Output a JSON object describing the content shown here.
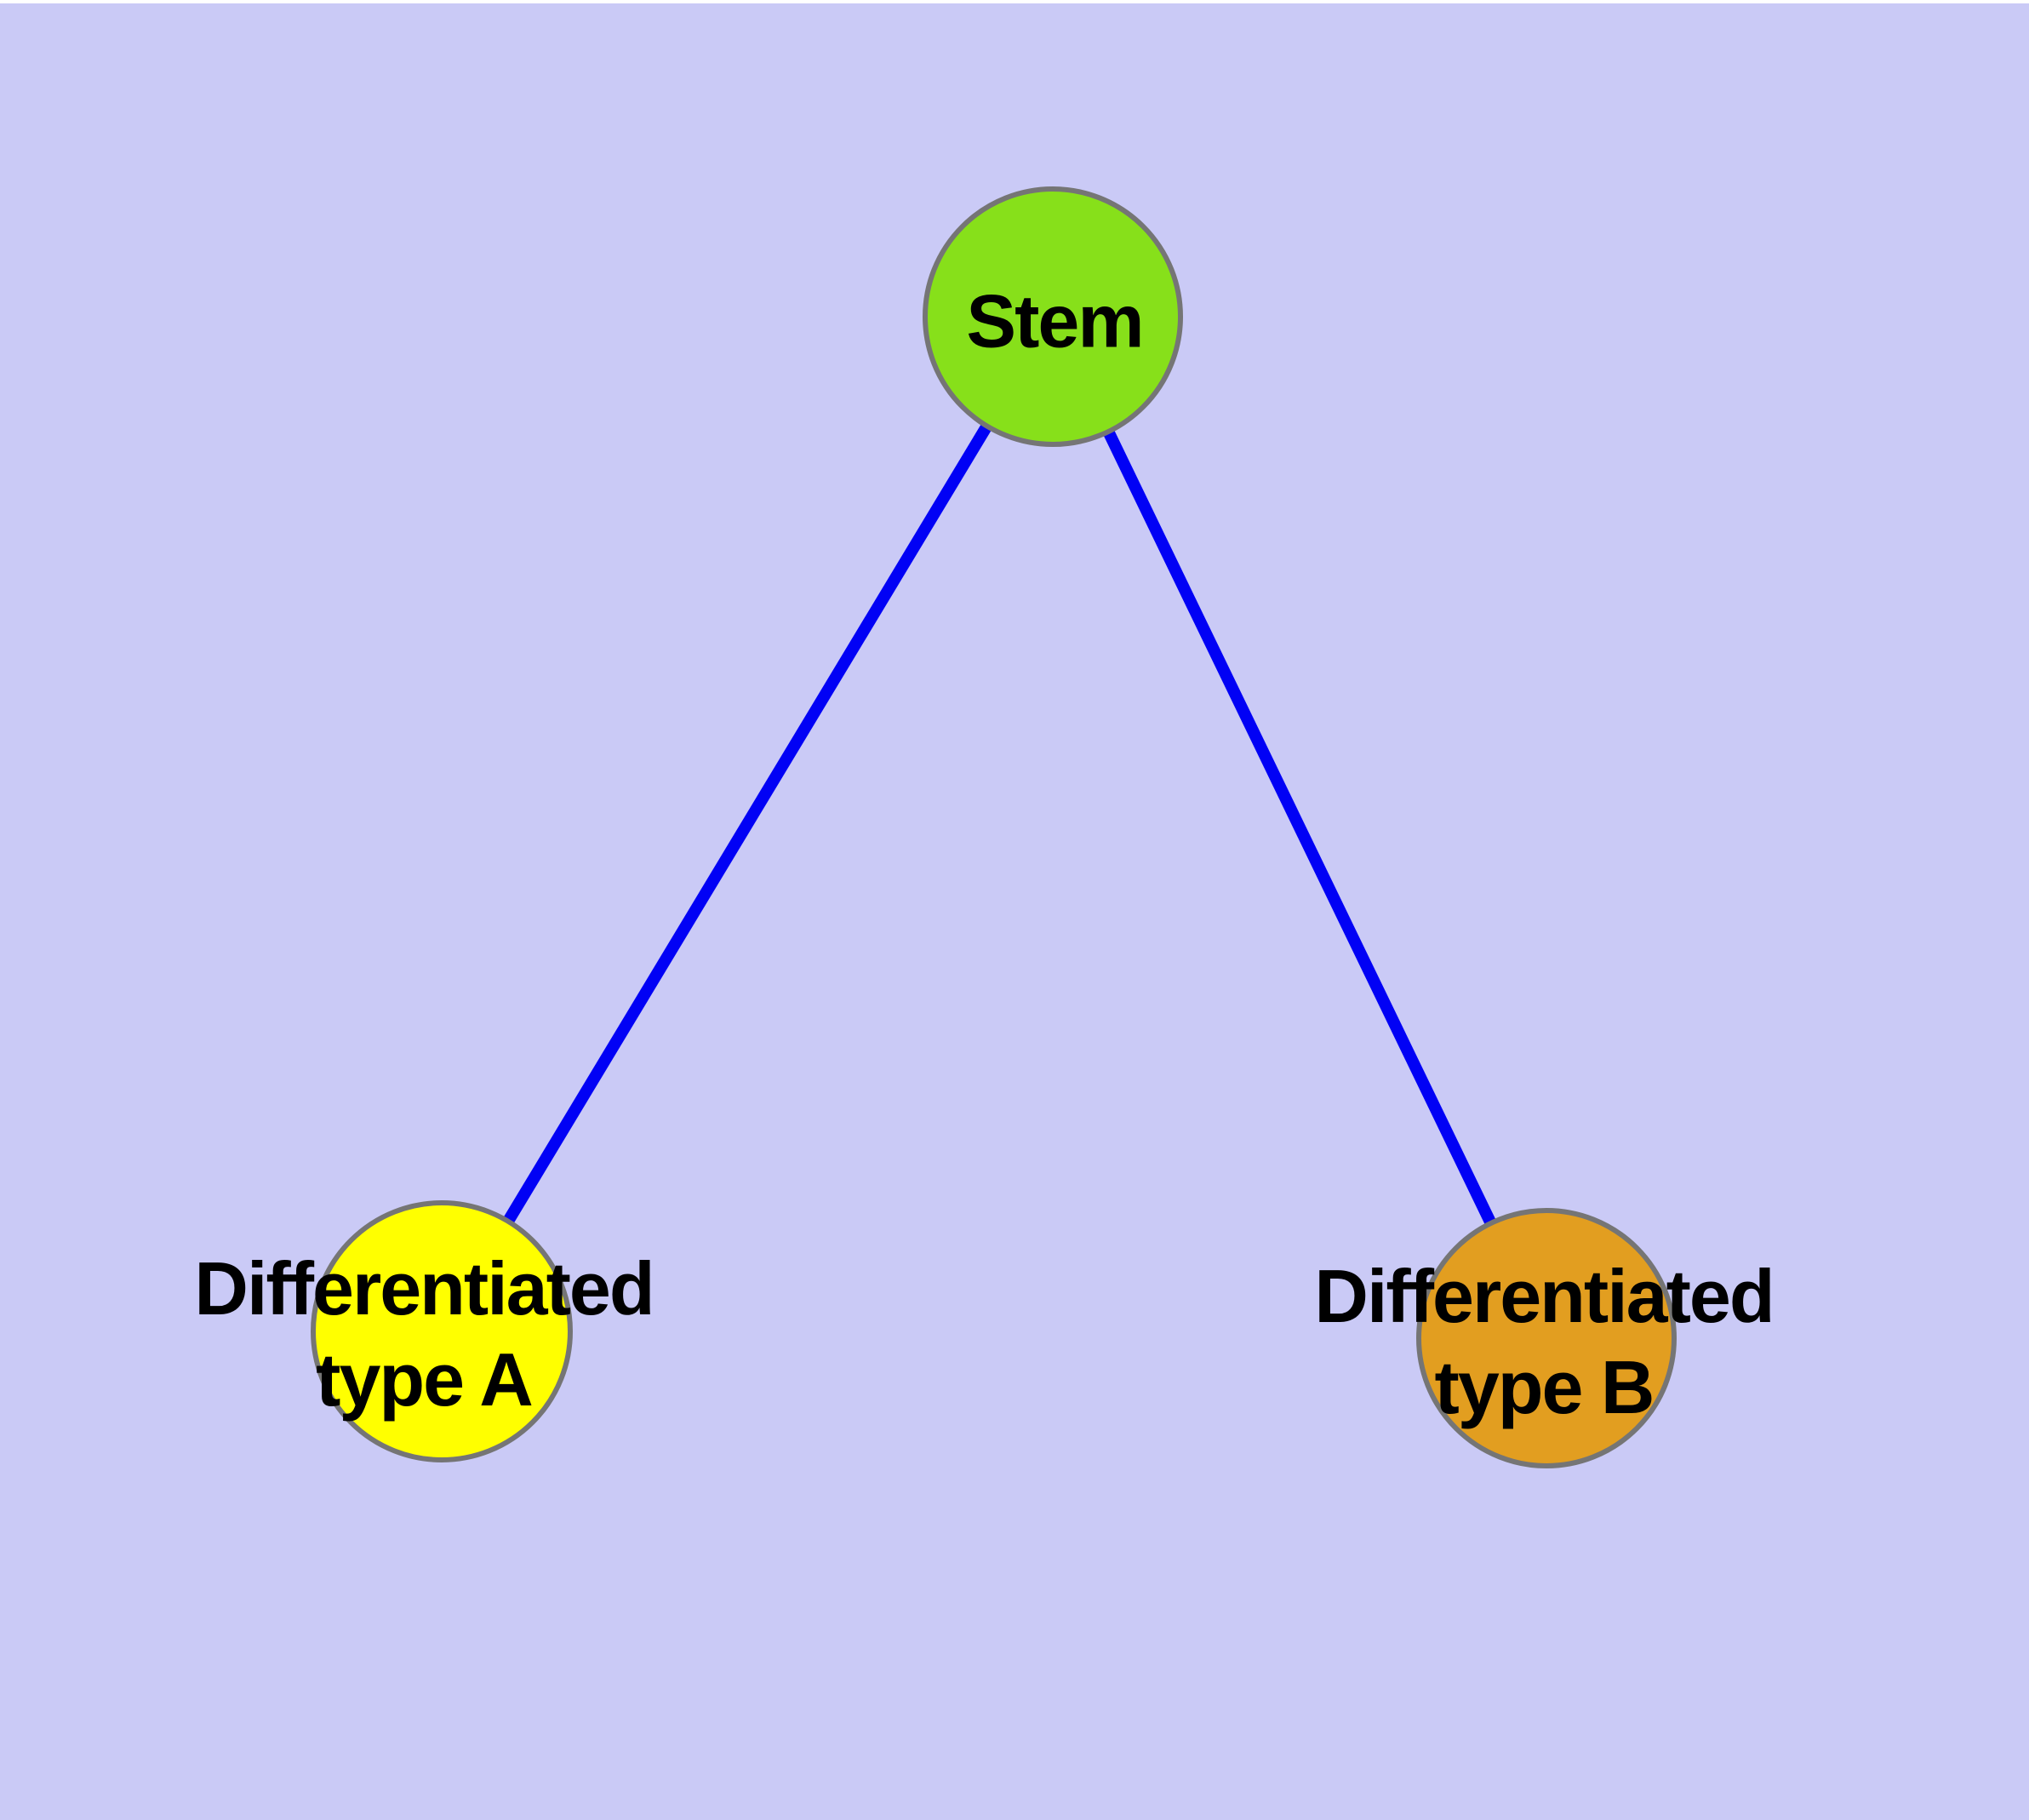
{
  "diagram": {
    "background_color": "#CACAF6",
    "top_margin_color": "#FFFFFF",
    "edge_color": "#0101F5",
    "node_border_color": "#757575",
    "text_color": "#000000",
    "nodes": [
      {
        "id": "stem",
        "label": "Stem",
        "label_line1": "Stem",
        "label_line2": "",
        "color": "#87E01A"
      },
      {
        "id": "type-a",
        "label": "Differentiated type A",
        "label_line1": "Differentiated",
        "label_line2": "type A",
        "color": "#FFFF00"
      },
      {
        "id": "type-b",
        "label": "Differentiated type B",
        "label_line1": "Differentiated",
        "label_line2": "type B",
        "color": "#E29E20"
      }
    ],
    "edges": [
      {
        "from": "Stem",
        "to": "Differentiated type A"
      },
      {
        "from": "Stem",
        "to": "Differentiated type B"
      }
    ]
  }
}
